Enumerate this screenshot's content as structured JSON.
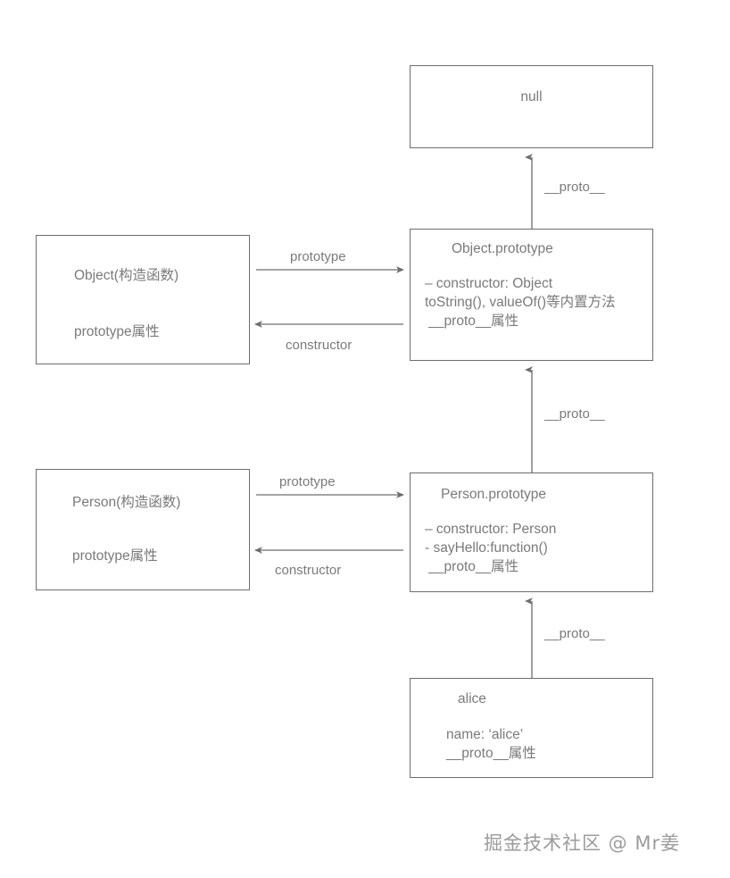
{
  "diagram": {
    "title": "JavaScript prototype chain diagram",
    "colors": {
      "box_border": "#6d6d6d",
      "text": "#7a7a7a",
      "arrow": "#6d6d6d",
      "background": "#ffffff",
      "watermark": "#9b9b9b"
    },
    "nodes": [
      {
        "id": "null",
        "title": "null",
        "body": ""
      },
      {
        "id": "object-prototype",
        "title": "Object.prototype",
        "body": "– constructor: Object\ntoString(), valueOf()等内置方法\n __proto__属性"
      },
      {
        "id": "object-constructor",
        "title": "Object(构造函数)",
        "body": "prototype属性"
      },
      {
        "id": "person-prototype",
        "title": "Person.prototype",
        "body": "– constructor: Person\n- sayHello:function()\n __proto__属性"
      },
      {
        "id": "person-constructor",
        "title": "Person(构造函数)",
        "body": "prototype属性"
      },
      {
        "id": "alice",
        "title": "alice",
        "body": "name: ‘alice’\n__proto__属性"
      }
    ],
    "edges": [
      {
        "id": "objectproto-to-null",
        "label": "__proto__",
        "from": "object-prototype",
        "to": "null",
        "direction": "up"
      },
      {
        "id": "personproto-to-objectproto",
        "label": "__proto__",
        "from": "person-prototype",
        "to": "object-prototype",
        "direction": "up"
      },
      {
        "id": "alice-to-personproto",
        "label": "__proto__",
        "from": "alice",
        "to": "person-prototype",
        "direction": "up"
      },
      {
        "id": "objectctor-to-objectproto",
        "label": "prototype",
        "from": "object-constructor",
        "to": "object-prototype",
        "direction": "right"
      },
      {
        "id": "objectproto-to-objectctor",
        "label": "constructor",
        "from": "object-prototype",
        "to": "object-constructor",
        "direction": "left"
      },
      {
        "id": "personctor-to-personproto",
        "label": "prototype",
        "from": "person-constructor",
        "to": "person-prototype",
        "direction": "right"
      },
      {
        "id": "personproto-to-personctor",
        "label": "constructor",
        "from": "person-prototype",
        "to": "person-constructor",
        "direction": "left"
      }
    ],
    "watermark": "掘金技术社区 @ Mr姜"
  }
}
